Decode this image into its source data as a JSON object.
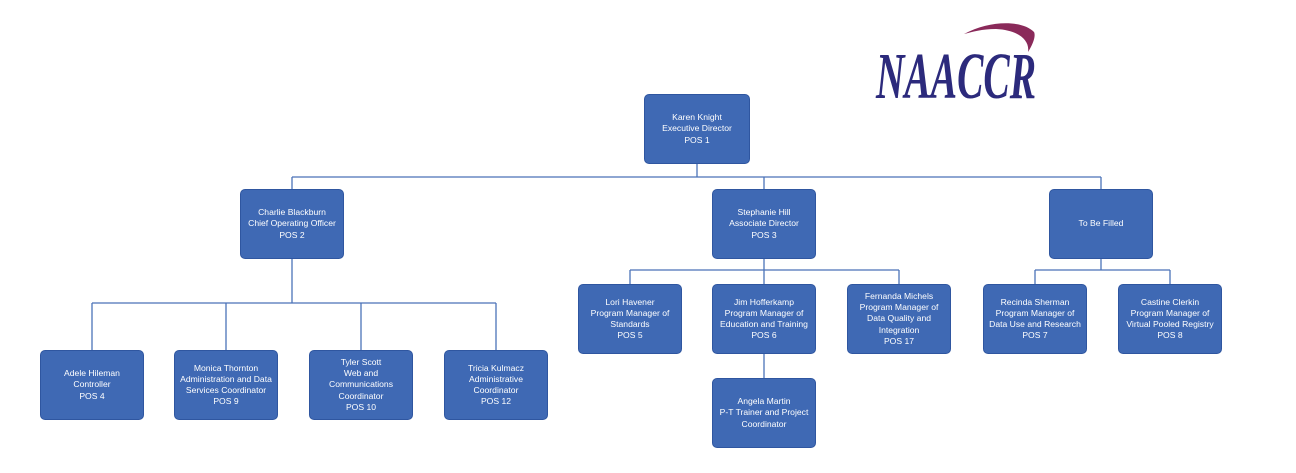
{
  "logo": {
    "text": "NAACCR",
    "icon": "swoosh-icon",
    "colors": {
      "text": "#2c2a7c",
      "swoosh": "#8a2a5a"
    }
  },
  "colors": {
    "box_fill": "#3f69b4",
    "box_border": "#2f56a0",
    "box_text": "#ffffff",
    "connector": "#4a72b8"
  },
  "nodes": [
    {
      "id": "karen-knight",
      "parent": null,
      "lines": [
        "Karen Knight",
        "Executive Director",
        "POS 1"
      ]
    },
    {
      "id": "charlie-blackburn",
      "parent": "karen-knight",
      "lines": [
        "Charlie Blackburn",
        "Chief Operating Officer",
        "POS 2"
      ]
    },
    {
      "id": "stephanie-hill",
      "parent": "karen-knight",
      "lines": [
        "Stephanie Hill",
        "Associate Director",
        "POS 3"
      ]
    },
    {
      "id": "to-be-filled",
      "parent": "karen-knight",
      "lines": [
        "To Be Filled"
      ]
    },
    {
      "id": "adele-hileman",
      "parent": "charlie-blackburn",
      "lines": [
        "Adele Hileman",
        "Controller",
        "POS 4"
      ]
    },
    {
      "id": "monica-thornton",
      "parent": "charlie-blackburn",
      "lines": [
        "Monica Thornton",
        "Administration and Data",
        "Services Coordinator",
        "POS 9"
      ]
    },
    {
      "id": "tyler-scott",
      "parent": "charlie-blackburn",
      "lines": [
        "Tyler Scott",
        "Web and",
        "Communications",
        "Coordinator",
        "POS 10"
      ]
    },
    {
      "id": "tricia-kulmacz",
      "parent": "charlie-blackburn",
      "lines": [
        "Tricia Kulmacz",
        "Administrative",
        "Coordinator",
        "POS 12"
      ]
    },
    {
      "id": "lori-havener",
      "parent": "stephanie-hill",
      "lines": [
        "Lori Havener",
        "Program Manager of",
        "Standards",
        "POS 5"
      ]
    },
    {
      "id": "jim-hofferkamp",
      "parent": "stephanie-hill",
      "lines": [
        "Jim Hofferkamp",
        "Program Manager of",
        "Education and Training",
        "POS 6"
      ]
    },
    {
      "id": "fernanda-michels",
      "parent": "stephanie-hill",
      "lines": [
        "Fernanda Michels",
        "Program Manager of",
        "Data Quality and",
        "Integration",
        "POS 17"
      ]
    },
    {
      "id": "angela-martin",
      "parent": "jim-hofferkamp",
      "lines": [
        "Angela Martin",
        "P-T Trainer and Project",
        "Coordinator"
      ]
    },
    {
      "id": "recinda-sherman",
      "parent": "to-be-filled",
      "lines": [
        "Recinda Sherman",
        "Program Manager of",
        "Data Use and Research",
        "POS 7"
      ]
    },
    {
      "id": "castine-clerkin",
      "parent": "to-be-filled",
      "lines": [
        "Castine Clerkin",
        "Program Manager of",
        "Virtual Pooled Registry",
        "POS 8"
      ]
    }
  ]
}
